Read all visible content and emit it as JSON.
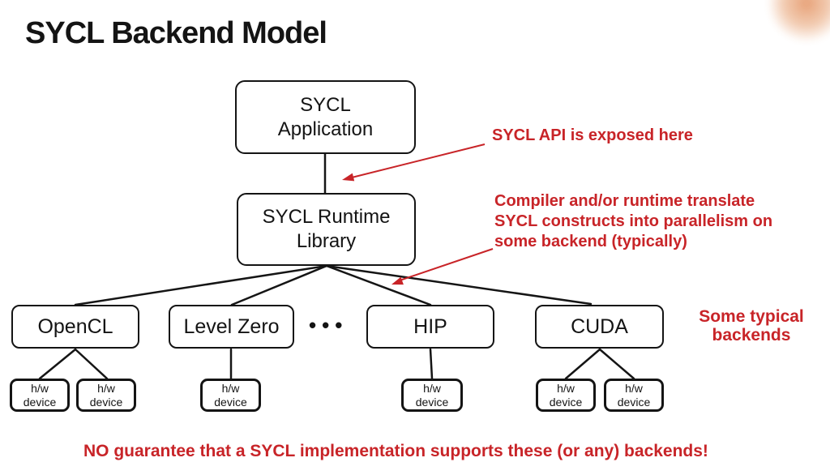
{
  "slide": {
    "title": "SYCL Backend Model"
  },
  "diagram": {
    "nodes": {
      "application": {
        "label": "SYCL\nApplication"
      },
      "runtime": {
        "label": "SYCL Runtime\nLibrary"
      },
      "backends": [
        {
          "id": "opencl",
          "label": "OpenCL"
        },
        {
          "id": "level-zero",
          "label": "Level Zero"
        },
        {
          "id": "hip",
          "label": "HIP"
        },
        {
          "id": "cuda",
          "label": "CUDA"
        }
      ],
      "ellipsis": "•••",
      "hw_device_label": "h/w\ndevice"
    }
  },
  "annotations": {
    "api_note": "SYCL API is exposed here",
    "translate_note": "Compiler and/or runtime translate\nSYCL constructs into parallelism on\nsome backend (typically)",
    "backends_note": "Some typical\nbackends",
    "guarantee_note": "NO guarantee that a SYCL implementation supports these (or any) backends!"
  },
  "colors": {
    "annotation_red": "#c82428",
    "line_black": "#151515",
    "blob_orange": "#e5986a"
  }
}
